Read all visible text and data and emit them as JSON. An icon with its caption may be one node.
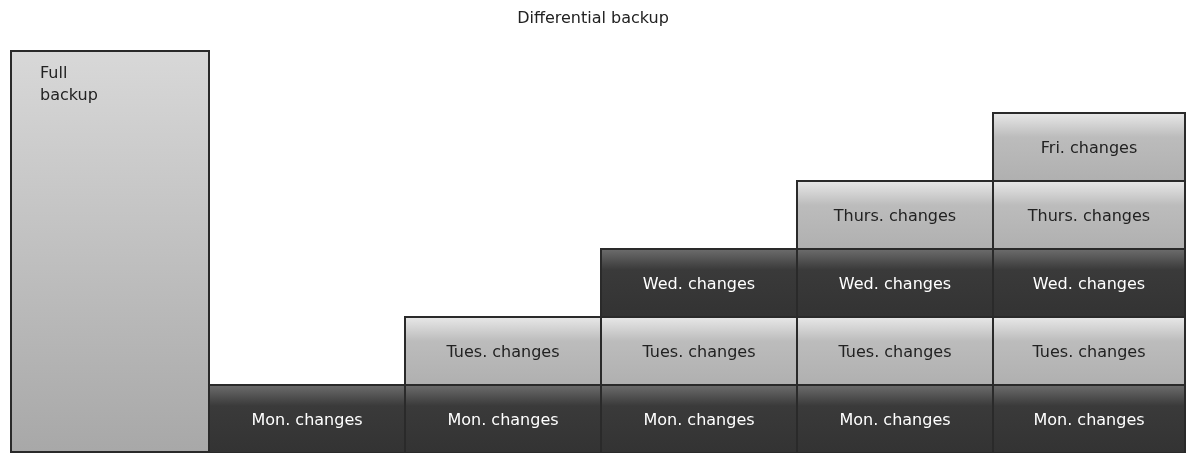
{
  "diagram": {
    "title": "Differential backup",
    "nodes": [
      {
        "text": [
          "Full backup"
        ]
      },
      {
        "text": [
          "Fri. changes"
        ]
      },
      {
        "text": [
          "Thurs. changes"
        ]
      },
      {
        "text": [
          "Thurs. changes"
        ]
      },
      {
        "text": [
          "Wed. changes"
        ]
      },
      {
        "text": [
          "Wed. changes"
        ]
      },
      {
        "text": [
          "Wed. changes"
        ]
      },
      {
        "text": [
          "Tues. changes"
        ]
      },
      {
        "text": [
          "Tues. changes"
        ]
      },
      {
        "text": [
          "Tues. changes"
        ]
      },
      {
        "text": [
          "Tues. changes"
        ]
      },
      {
        "text": [
          "Mon. changes"
        ]
      },
      {
        "text": [
          "Mon. changes"
        ]
      },
      {
        "text": [
          "Mon. changes"
        ]
      },
      {
        "text": [
          "Mon. changes"
        ]
      },
      {
        "text": [
          "Mon. changes"
        ]
      }
    ]
  }
}
